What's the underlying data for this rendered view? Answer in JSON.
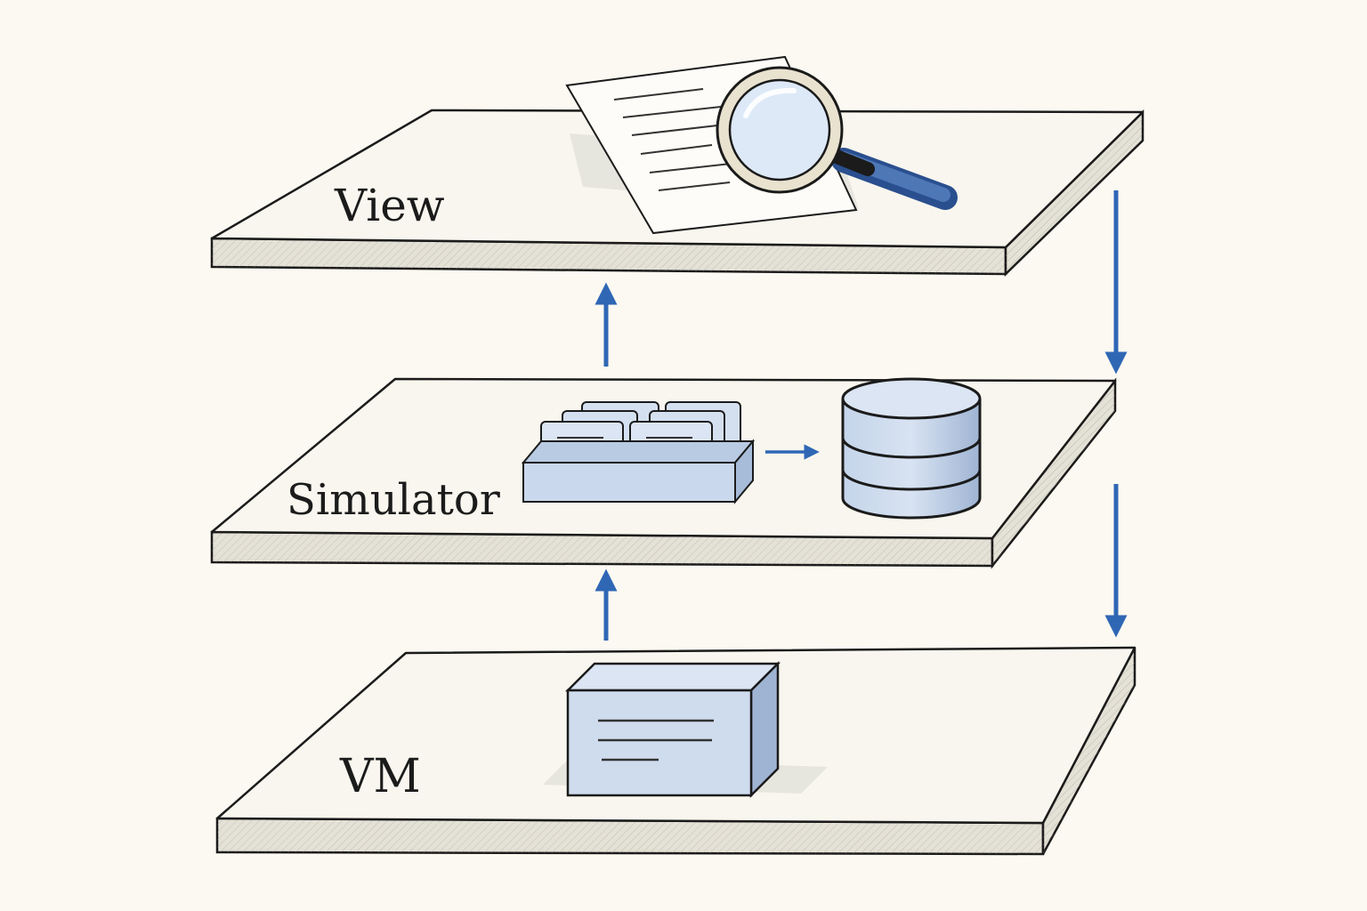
{
  "layers": [
    {
      "label": "View"
    },
    {
      "label": "Simulator"
    },
    {
      "label": "VM"
    }
  ],
  "colors": {
    "background": "#fbf9f1",
    "slab_top": "#f8f6ee",
    "slab_side": "#e4e1d6",
    "ink": "#1b1b1b",
    "accent_blue": "#2f67b5",
    "icon_fill": "#cfdcee",
    "icon_fill_dark": "#a9bedb"
  },
  "icons": [
    "document-icon",
    "magnifier-icon",
    "card-tray-icon",
    "database-icon",
    "vm-box-icon"
  ]
}
